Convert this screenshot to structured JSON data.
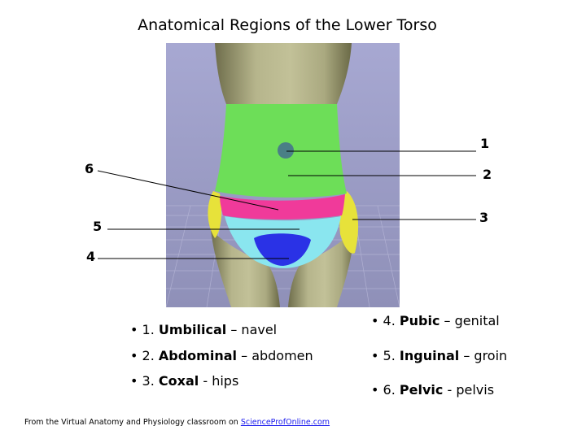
{
  "title": "Anatomical Regions of the Lower Torso",
  "colors": {
    "umbilical": "#4a7f86",
    "abdominal": "#6dde58",
    "coxal": "#e7e23a",
    "pubic": "#2a32e6",
    "inguinal": "#8ae6ef",
    "pelvic": "#f03a9a",
    "skin": "#a7a67c",
    "background": "#9d9ec8"
  },
  "callouts": [
    "1",
    "2",
    "3",
    "4",
    "5",
    "6"
  ],
  "legend": [
    {
      "bullet": "• 1.",
      "term": "Umbilical",
      "sep": "–",
      "meaning": "navel"
    },
    {
      "bullet": "• 2.",
      "term": "Abdominal",
      "sep": "–",
      "meaning": "abdomen"
    },
    {
      "bullet": "• 3.",
      "term": "Coxal",
      "sep": "-",
      "meaning": "hips"
    },
    {
      "bullet": "• 4.",
      "term": "Pubic",
      "sep": "–",
      "meaning": "genital"
    },
    {
      "bullet": "• 5.",
      "term": "Inguinal",
      "sep": "–",
      "meaning": "groin"
    },
    {
      "bullet": "• 6.",
      "term": "Pelvic",
      "sep": "-",
      "meaning": "pelvis"
    }
  ],
  "credit": {
    "text": "From the Virtual Anatomy and Physiology classroom on",
    "link": "ScienceProfOnline.com"
  }
}
